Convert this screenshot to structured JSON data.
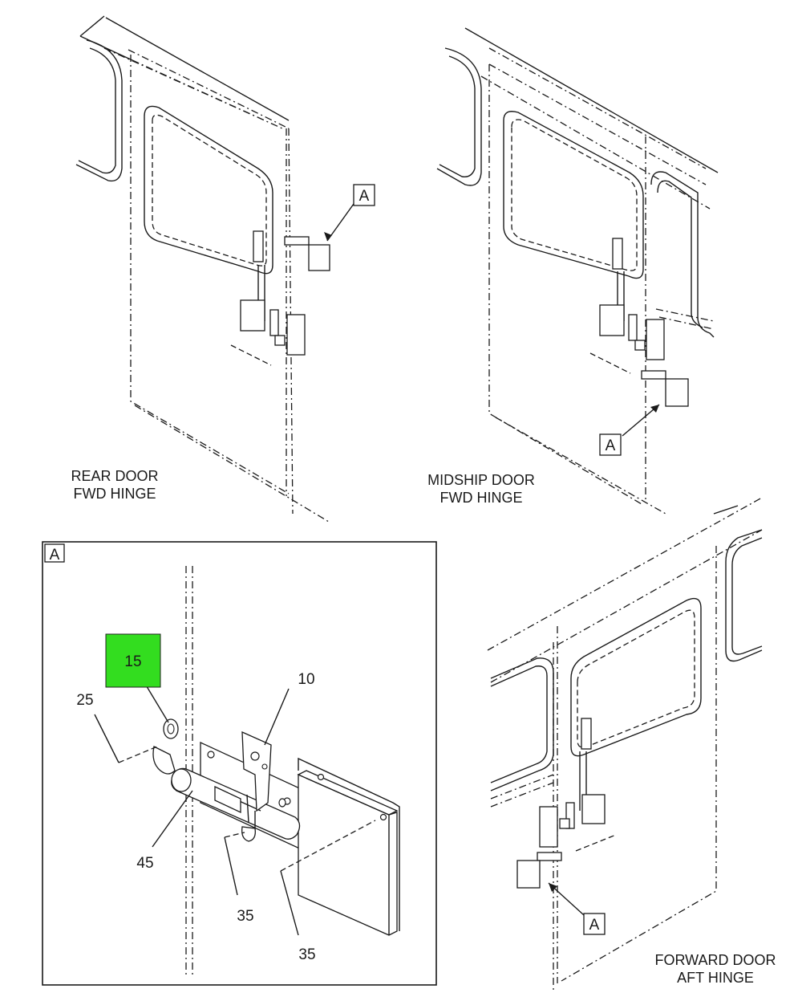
{
  "views": [
    {
      "caption_line1": "REAR DOOR",
      "caption_line2": "FWD HINGE",
      "detail_ref": "A"
    },
    {
      "caption_line1": "MIDSHIP DOOR",
      "caption_line2": "FWD HINGE",
      "detail_ref": "A"
    },
    {
      "caption_line1": "FORWARD DOOR",
      "caption_line2": "AFT HINGE",
      "detail_ref": "A"
    }
  ],
  "detail": {
    "title": "A",
    "callouts": {
      "c15": "15",
      "c10": "10",
      "c25": "25",
      "c45": "45",
      "c35a": "35",
      "c35b": "35"
    },
    "highlight_color": "#33dd1f"
  }
}
